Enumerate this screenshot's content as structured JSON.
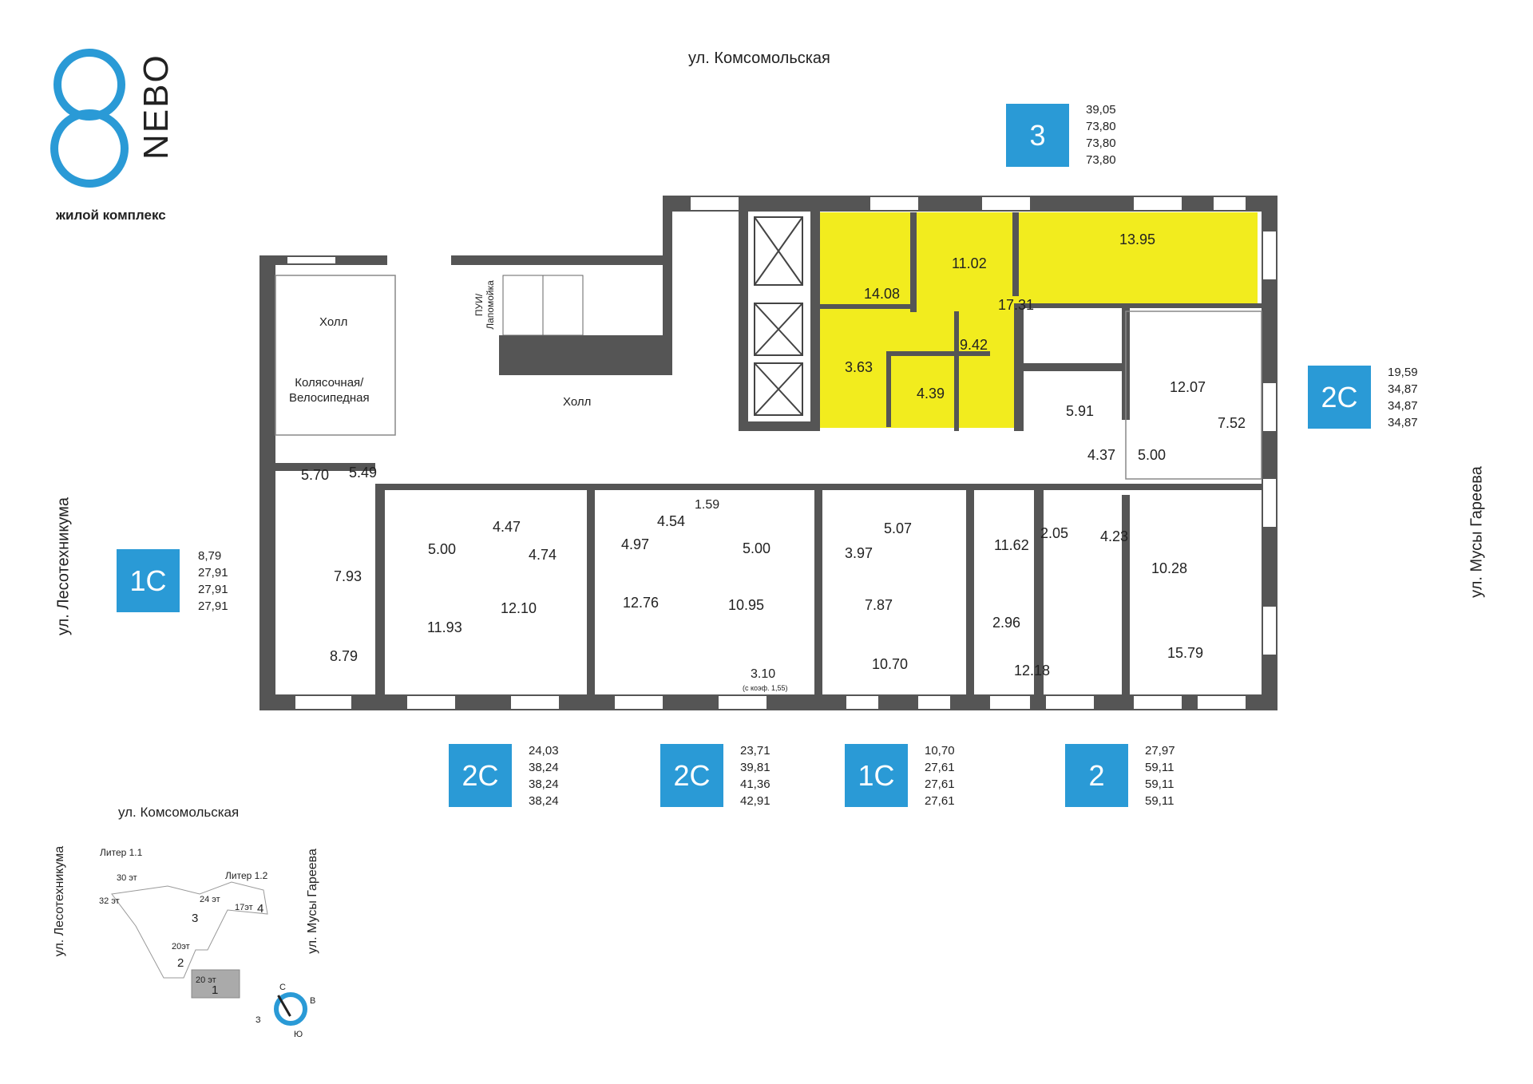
{
  "brand": {
    "logo_word": "NEBO",
    "subtitle": "жилой комплекс"
  },
  "streets": {
    "top": "ул. Комсомольская",
    "left": "ул. Лесотехникума",
    "right": "ул. Мусы Гареева"
  },
  "common_rooms": {
    "hall_1": "Холл",
    "stroller": "Колясочная/\nВелосипедная",
    "hall_2": "Холл",
    "cleaning": "ПУИ/\nЛапомойка"
  },
  "apartments": [
    {
      "type": "3",
      "areas": [
        "39,05",
        "73,80",
        "73,80",
        "73,80"
      ]
    },
    {
      "type": "2С",
      "areas": [
        "19,59",
        "34,87",
        "34,87",
        "34,87"
      ]
    },
    {
      "type": "1С",
      "areas": [
        "8,79",
        "27,91",
        "27,91",
        "27,91"
      ]
    },
    {
      "type": "2С",
      "areas": [
        "24,03",
        "38,24",
        "38,24",
        "38,24"
      ]
    },
    {
      "type": "2С",
      "areas": [
        "23,71",
        "39,81",
        "41,36",
        "42,91"
      ]
    },
    {
      "type": "1С",
      "areas": [
        "10,70",
        "27,61",
        "27,61",
        "27,61"
      ]
    },
    {
      "type": "2",
      "areas": [
        "27,97",
        "59,11",
        "59,11",
        "59,11"
      ]
    }
  ],
  "room_areas": [
    "14.08",
    "11.02",
    "17.31",
    "13.95",
    "9.42",
    "3.63",
    "4.39",
    "5.91",
    "12.07",
    "7.52",
    "4.37",
    "5.00",
    "5.70",
    "5.49",
    "7.93",
    "8.79",
    "5.00",
    "11.93",
    "4.47",
    "4.74",
    "12.10",
    "4.97",
    "12.76",
    "1.59",
    "4.54",
    "5.00",
    "10.95",
    "3.10",
    "3.97",
    "5.07",
    "7.87",
    "10.70",
    "11.62",
    "2.05",
    "4.23",
    "10.28",
    "2.96",
    "12.18",
    "15.79"
  ],
  "room_note": "(с коэф. 1,55)",
  "site_map": {
    "street_top": "ул. Комсомольская",
    "street_left": "ул. Лесотехникума",
    "street_right": "ул. Мусы Гареева",
    "liter_1": "Литер 1.1",
    "liter_2": "Литер 1.2",
    "floors": [
      "30 эт",
      "32 эт",
      "24 эт",
      "17эт",
      "20эт",
      "20 эт"
    ],
    "sections": [
      "1",
      "2",
      "3",
      "4"
    ],
    "compass": {
      "n": "С",
      "e": "В",
      "s": "Ю",
      "w": "З"
    }
  },
  "colors": {
    "accent": "#2a9ad6",
    "highlight": "#f2ec1e",
    "wall": "#555555"
  }
}
